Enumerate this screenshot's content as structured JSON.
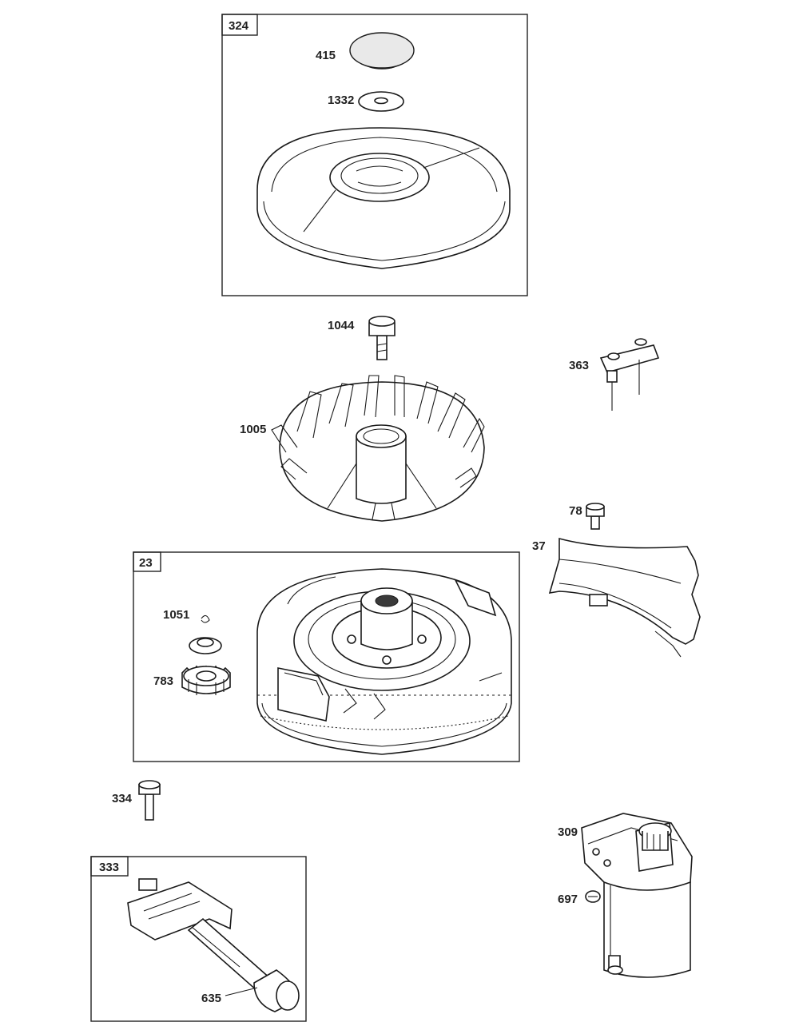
{
  "boxes": {
    "b324": "324",
    "b23": "23",
    "b333": "333"
  },
  "parts": {
    "p415": "415",
    "p1332": "1332",
    "p1044": "1044",
    "p363": "363",
    "p1005": "1005",
    "p78": "78",
    "p37": "37",
    "p1051": "1051",
    "p783": "783",
    "p334": "334",
    "p309": "309",
    "p697": "697",
    "p635": "635"
  }
}
